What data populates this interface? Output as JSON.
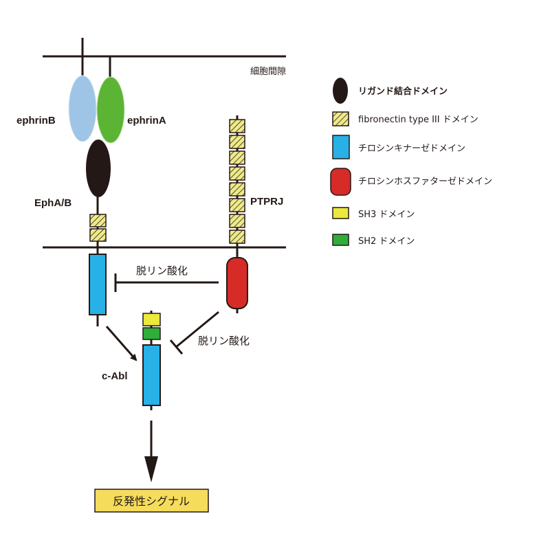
{
  "labels": {
    "extracellular": "細胞間隙",
    "ephrinB": "ephrinB",
    "ephrinA": "ephrinA",
    "ephAB": "EphA/B",
    "ptprj": "PTPRJ",
    "cabl": "c-Abl",
    "dephos1": "脱リン酸化",
    "dephos2": "脱リン酸化",
    "output": "反発性シグナル"
  },
  "legend": [
    {
      "icon": "ligand-binding-ellipse",
      "label": "リガンド結合ドメイン",
      "color": "#231815"
    },
    {
      "icon": "hatched-square",
      "label": "fibronectin type III ドメイン",
      "color": "#eeea8a"
    },
    {
      "icon": "blue-rect",
      "label": "チロシンキナーゼドメイン",
      "color": "#27b1e6"
    },
    {
      "icon": "red-rounded-rect",
      "label": "チロシンホスファターゼドメイン",
      "color": "#d72b27"
    },
    {
      "icon": "yellow-rect",
      "label": "SH3 ドメイン",
      "color": "#ebe83e"
    },
    {
      "icon": "green-rect",
      "label": "SH2 ドメイン",
      "color": "#2fae3a"
    }
  ],
  "colors": {
    "ephrinB": "#9fc5e6",
    "ephrinA": "#5cb434",
    "line": "#231815",
    "output_box": "#f5dc5c"
  }
}
